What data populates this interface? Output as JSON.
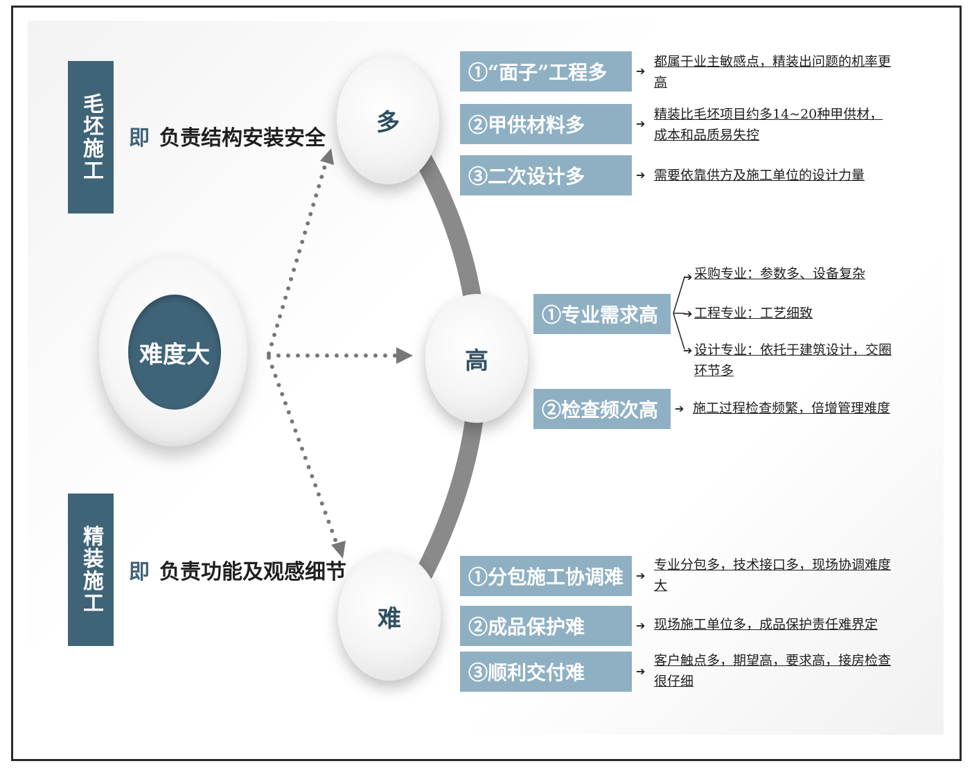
{
  "core": {
    "label": "难度大"
  },
  "left_sections": [
    {
      "box": "毛坯施工",
      "prefix": "即",
      "desc": "负责结构安装安全"
    },
    {
      "box": "精装施工",
      "prefix": "即",
      "desc": "负责功能及观感细节"
    }
  ],
  "nodes": [
    {
      "label": "多",
      "items": [
        {
          "label": "①“面子”工程多",
          "note": "都属于业主敏感点，精装出问题的机率更高"
        },
        {
          "label": "②甲供材料多",
          "note": "精装比毛坯项目约多14~20种甲供材，成本和品质易失控"
        },
        {
          "label": "③二次设计多",
          "note": "需要依靠供方及施工单位的设计力量"
        }
      ]
    },
    {
      "label": "高",
      "items": [
        {
          "label": "①专业需求高",
          "notes": [
            "采购专业：参数多、设备复杂",
            "工程专业：工艺细致",
            "设计专业：依托于建筑设计，交圈环节多"
          ]
        },
        {
          "label": "②检查频次高",
          "note": "施工过程检查频繁，倍增管理难度"
        }
      ]
    },
    {
      "label": "难",
      "items": [
        {
          "label": "①分包施工协调难",
          "note": "专业分包多，技术接口多，现场协调难度大"
        },
        {
          "label": "②成品保护难",
          "note": "现场施工单位多，成品保护责任难界定"
        },
        {
          "label": "③顺利交付难",
          "note": "客户触点多，期望高，要求高，接房检查很仔细"
        }
      ]
    }
  ]
}
